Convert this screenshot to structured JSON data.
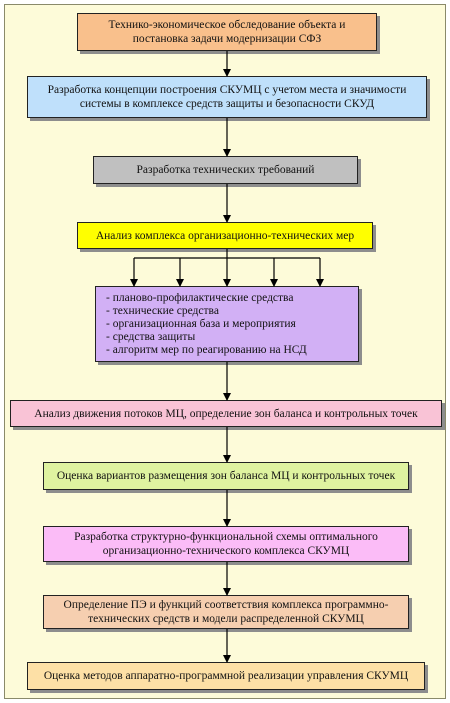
{
  "steps": [
    {
      "id": "s1",
      "text": "Технико-экономическое обследование объекта и постановка задачи модернизации СФЗ",
      "color": "#f9c08c"
    },
    {
      "id": "s2",
      "text": "Разработка концепции построения СКУМЦ с учетом места и значимости системы в комплексе средств защиты и безопасности СКУД",
      "color": "#bfe0fb"
    },
    {
      "id": "s3",
      "text": "Разработка технических требований",
      "color": "#c0c0c0"
    },
    {
      "id": "s4",
      "text": "Анализ комплекса организационно-технических мер",
      "color": "#ffff00"
    },
    {
      "id": "s5",
      "items": [
        "планово-профилактические средства",
        "технические средства",
        "организационная база и мероприятия",
        "средства защиты",
        "алгоритм мер по реагированию на НСД"
      ],
      "color": "#d2b0f5"
    },
    {
      "id": "s6",
      "text": "Анализ движения потоков МЦ, определение зон баланса и контрольных точек",
      "color": "#f9c3d6"
    },
    {
      "id": "s7",
      "text": "Оценка вариантов размещения зон баланса МЦ и контрольных точек",
      "color": "#dff3a0"
    },
    {
      "id": "s8",
      "text": "Разработка структурно-функциональной схемы оптимального организационно-технического комплекса СКУМЦ",
      "color": "#fbbcf7"
    },
    {
      "id": "s9",
      "text": "Определение ПЭ и функций соответствия комплекса программно-технических средств и модели распределенной СКУМЦ",
      "color": "#f6cfb0"
    },
    {
      "id": "s10",
      "text": "Оценка методов аппаратно-программной реализации управления СКУМЦ",
      "color": "#fde0a6"
    }
  ]
}
